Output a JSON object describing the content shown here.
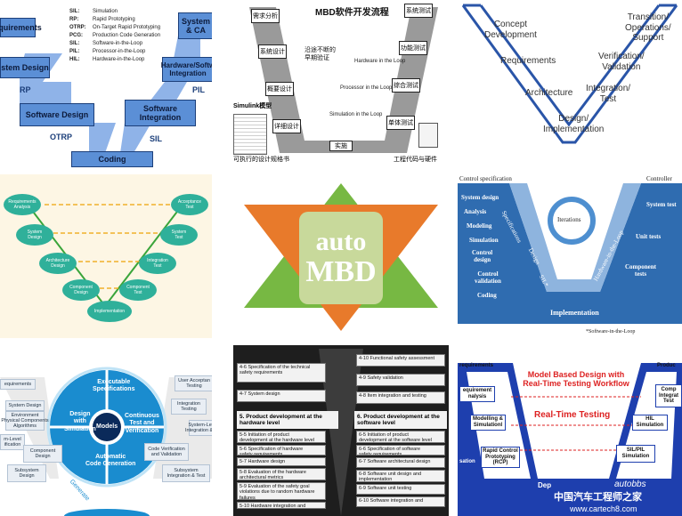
{
  "tile1": {
    "legend": [
      {
        "abbr": "SIL:",
        "text": "Simulation"
      },
      {
        "abbr": "RP:",
        "text": "Rapid Prototyping"
      },
      {
        "abbr": "OTRP:",
        "text": "On-Target Rapid Prototyping"
      },
      {
        "abbr": "PCG:",
        "text": "Production Code Generation"
      },
      {
        "abbr": "SIL:",
        "text": "Software-in-the-Loop"
      },
      {
        "abbr": "PIL:",
        "text": "Processor-in-the-Loop"
      },
      {
        "abbr": "HIL:",
        "text": "Hardware-in-the-Loop"
      }
    ],
    "boxes": {
      "requirements": "equirements",
      "system_design": "stem Design",
      "software_design": "Software Design",
      "coding": "Coding",
      "system_ca": "System\n& CA",
      "hardware_software": "Hardware/Softw\nIntegration",
      "software_integration": "Software\nIntegration"
    },
    "arrows": {
      "rp": "RP",
      "otrp": "OTRP",
      "sil": "SIL",
      "pil": "PIL"
    }
  },
  "tile2": {
    "title": "MBD软件开发流程",
    "left_boxes": [
      "需求分析",
      "系统设计",
      "概要设计",
      "详细设计"
    ],
    "right_boxes": [
      "系统测试",
      "功能测试",
      "综合测试",
      "单体测试"
    ],
    "bottom_box": "实施",
    "early_label": "沿途不断的\n早期验证",
    "levels": [
      "Hardware in the Loop",
      "Processor in the Loop",
      "Simulation in the Loop"
    ],
    "simulink": "Simulink模型",
    "bottom_left": "可执行的设计规格书",
    "bottom_right": "工程代码与硬件"
  },
  "tile3": {
    "left": [
      "Concept\nDevelopment",
      "Requirements",
      "Architecture"
    ],
    "right": [
      "Transition/\nOperations/\nSupport",
      "Verification/\nValidation",
      "Integration/\nTest"
    ],
    "bottom": "Design/\nImplementation"
  },
  "tile4": {
    "left": [
      "Requirements\nAnalysis",
      "System\nDesign",
      "Architecture\nDesign",
      "Component\nDesign"
    ],
    "right": [
      "Acceptance\nTest",
      "System\nTest",
      "Integration\nTest",
      "Component\nTest"
    ],
    "bottom": "Implementation"
  },
  "tile5": {
    "line1": "auto",
    "line2": "MBD"
  },
  "tile6": {
    "top_left": "Control specification",
    "top_right": "Controller",
    "left": [
      "System design",
      "Analysis",
      "Modeling",
      "Simulation",
      "Control\ndesign",
      "Control\nvalidation",
      "Coding"
    ],
    "right": [
      "System test",
      "Unit tests",
      "Component\ntests"
    ],
    "diag_left": "Specifications",
    "diag_design": "Design",
    "diag_sil": "SIL*",
    "diag_right": "Hardware-in-the-Loop",
    "iterations": "Iterations",
    "bottom": "Implementation",
    "footnote": "*Software-in-the-Loop"
  },
  "tile7": {
    "center": "Models",
    "segments": [
      "Executable\nSpecifications",
      "Continuous\nTest and\nVerification",
      "Automatic\nCode Generation",
      "Design\nwith\nSimulation"
    ],
    "left": [
      "equirements",
      "System Design",
      "Environment\nPhysical Components\nAlgorithms",
      "m-Level\nification",
      "Component\nDesign",
      "Subsystem\nDesign"
    ],
    "right": [
      "User Acceptan\nTesting",
      "Integration\nTesting",
      "System-Lev\nIntegration & T",
      "Code Verification\nand Validation",
      "Subsystem\nIntegration & Test"
    ],
    "generate": "Generate"
  },
  "tile8": {
    "left_rows": [
      "4-6 Specification of the technical\nsafety requirements",
      "4-7 System design"
    ],
    "right_rows": [
      "4-10 Functional safety assessment",
      "4-9 Safety validation",
      "4-8 Item integration and testing"
    ],
    "left_header": "5. Product development at the\nhardware level",
    "right_header": "6. Product development at the\nsoftware level",
    "left_items": [
      "5-5 Initiation of product\ndevelopment at the hardware level",
      "5-6 Specification of hardware\nsafety requirements",
      "5-7 Hardware design",
      "5-8 Evaluation of the hardware\narchitectural metrics",
      "5-9 Evaluation of the safety goal\nviolations due to random hardware\nfailures",
      "5-10 Hardware integration and"
    ],
    "right_items": [
      "6-5 Initiation of product\ndevelopment at the software level",
      "6-6 Specification of software\nsafety requirements",
      "6-7 Software architectural design",
      "6-8 Software unit design and\nimplementation",
      "6-9 Software unit testing",
      "6-10 Software integration and"
    ]
  },
  "tile9": {
    "title": "Model Based Design with\nReal-Time Testing Workflow",
    "rtt": "Real-Time Testing",
    "left": [
      "requirements",
      "equirement\nnalysis",
      "Modelling &\nSimulationl",
      "Rapid Control\nPrototyping\n(RCP)",
      "sation"
    ],
    "right": [
      "Produc",
      "Comp\nIntegrat\nTest",
      "HIL\nSimulation",
      "SIL/PIL\nSimulation"
    ],
    "bottom": "Dep",
    "watermark1": "中国汽车工程师之家",
    "watermark2": "www.cartech8.com",
    "watermark_logo": "autobbs"
  }
}
